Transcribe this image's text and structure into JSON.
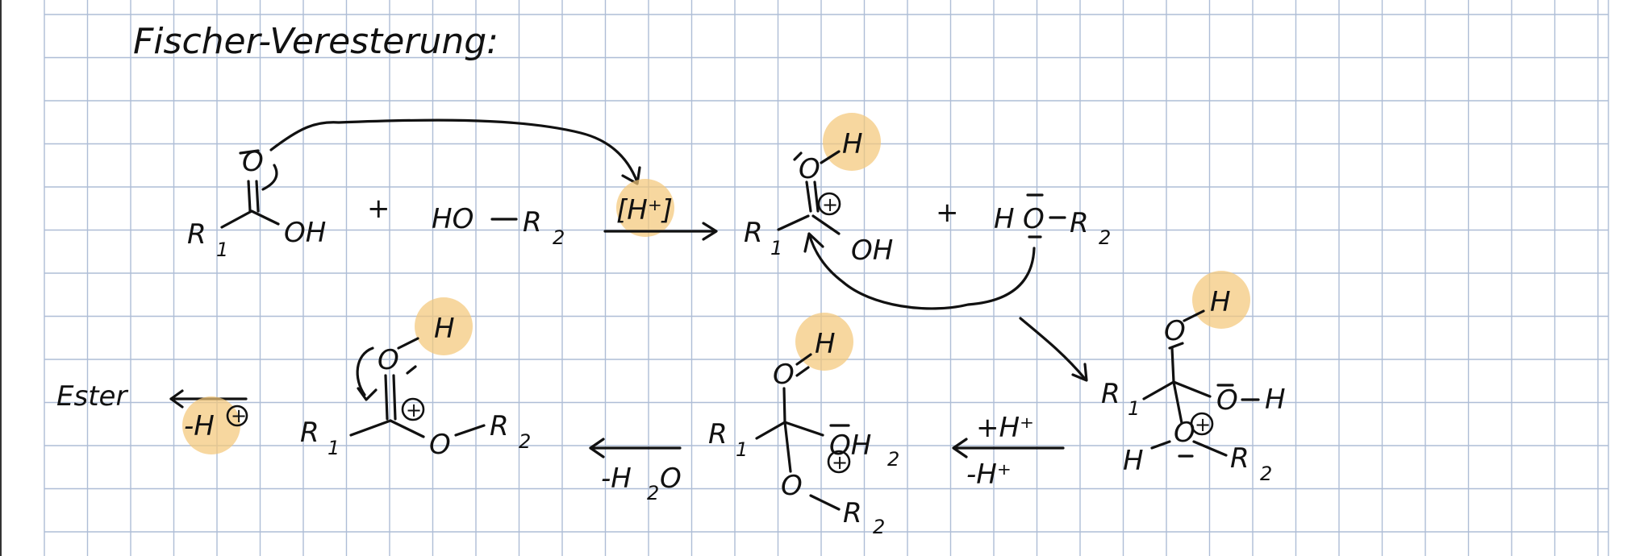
{
  "title": "Fischer-Veresterung:",
  "colors": {
    "grid": "#aebdd6",
    "ink": "#111111",
    "highlight": "#f4c87a",
    "background": "#ffffff"
  },
  "labels": {
    "r1": "R",
    "r2": "R",
    "sub1": "1",
    "sub2": "2",
    "o": "O",
    "oh": "OH",
    "o_h": "O",
    "h": "H",
    "ho": "HO",
    "h_plus": "H",
    "catalyst": "[H⁺]",
    "plus": "+",
    "ester": "Ester",
    "minus_h_plus": "-H",
    "plus_h_plus": "+H⁺",
    "minus_h_plus2": "-H⁺",
    "minus_h2o": "-H",
    "h2o_2": "2",
    "h2o_o": "O",
    "oh2": "OH",
    "dash": "–"
  }
}
